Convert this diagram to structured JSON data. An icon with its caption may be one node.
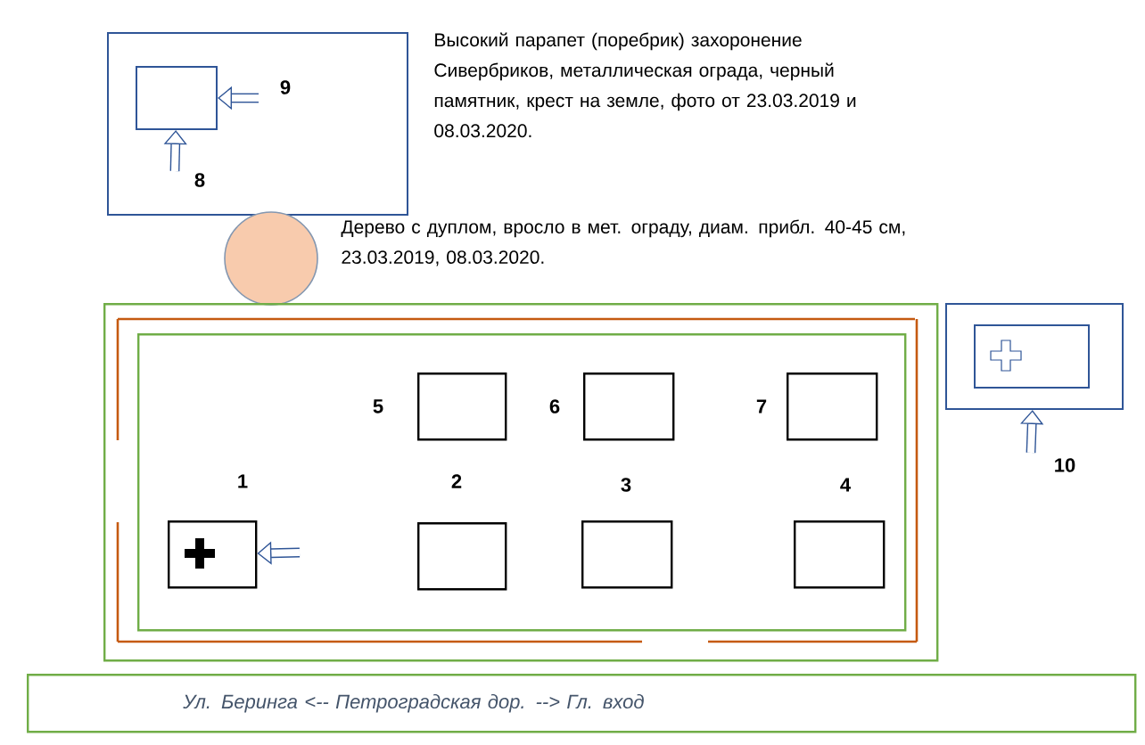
{
  "diagram": {
    "nodes": [
      {
        "text": [],
        "shape": "box",
        "beside": [
          "Высокий парапет (поребрик) захоронение Сивербриков, металлическая ограда, черный памятник, крест на земле, фото от 23.03.2019 и 08.03.2020."
        ]
      },
      {
        "text": [],
        "shape": "box",
        "in": 0
      },
      {
        "text": [],
        "shape": "circle",
        "beside": [
          "Дерево с дуплом, вросло в мет. ограду, диам. прибл. 40-45 см, 23.03.2019, 08.03.2020."
        ]
      },
      {
        "text": [],
        "shape": "box"
      },
      {
        "text": [],
        "shape": "box",
        "in": 3
      },
      {
        "text": [],
        "shape": "box",
        "in": 4
      },
      {
        "text": [],
        "shape": "box",
        "in": 4
      },
      {
        "text": [],
        "shape": "box",
        "in": 4
      },
      {
        "text": [],
        "shape": "box",
        "in": 4
      },
      {
        "text": [],
        "shape": "box",
        "in": 4
      },
      {
        "text": [],
        "shape": "box",
        "in": 4
      },
      {
        "text": [],
        "shape": "box",
        "in": 4
      },
      {
        "text": [],
        "shape": "box"
      },
      {
        "text": [],
        "shape": "box",
        "in": 12
      },
      {
        "text": [
          "Ул. Беринга <--  Петроградская дор.  --> Гл. вход"
        ]
      }
    ],
    "edges": [
      {
        "from": null,
        "to": 1,
        "arrow": "to"
      },
      {
        "from": null,
        "to": 1,
        "arrow": "to"
      },
      {
        "from": null,
        "to": 8,
        "arrow": "to"
      },
      {
        "from": null,
        "to": 12,
        "arrow": "to"
      }
    ],
    "labels": [
      "9",
      "8",
      "5",
      "6",
      "7",
      "10",
      "1",
      "2",
      "3",
      "4"
    ]
  }
}
